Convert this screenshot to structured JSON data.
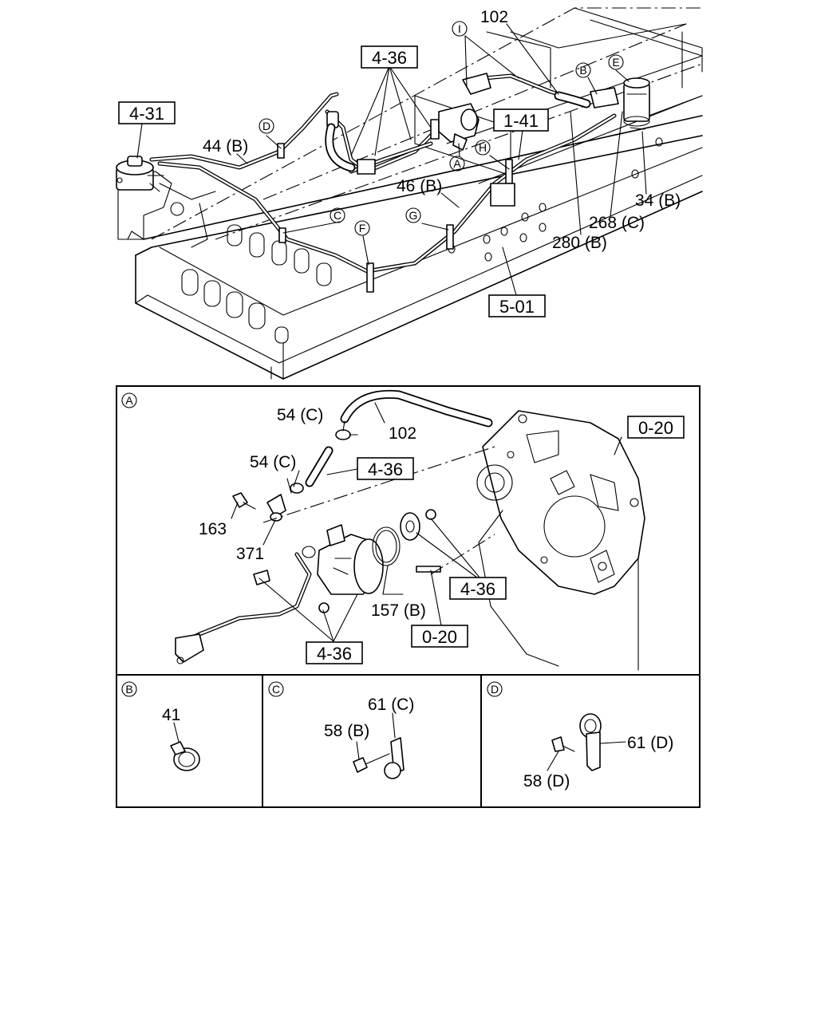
{
  "overview": {
    "refs": {
      "r431": "4-31",
      "r436": "4-36",
      "r141": "1-41",
      "r501": "5-01"
    },
    "labels": {
      "l102": "102",
      "l44b": "44 (B)",
      "l46b": "46 (B)",
      "l34b": "34 (B)",
      "l268c": "268 (C)",
      "l280b": "280 (B)"
    },
    "markers": {
      "I": "I",
      "A": "A",
      "B": "B",
      "E": "E",
      "D": "D",
      "H": "H",
      "C": "C",
      "G": "G",
      "F": "F"
    }
  },
  "detail_a": {
    "letter": "A",
    "refs": {
      "r020a": "0-20",
      "r436a": "4-36",
      "r436b": "4-36",
      "r020b": "0-20",
      "r436c": "4-36"
    },
    "labels": {
      "l54c1": "54 (C)",
      "l102": "102",
      "l54c2": "54 (C)",
      "l163": "163",
      "l371": "371",
      "l157b": "157 (B)"
    }
  },
  "detail_b": {
    "letter": "B",
    "labels": {
      "l41": "41"
    }
  },
  "detail_c": {
    "letter": "C",
    "labels": {
      "l61c": "61 (C)",
      "l58b": "58 (B)"
    }
  },
  "detail_d": {
    "letter": "D",
    "labels": {
      "l61d": "61 (D)",
      "l58d": "58 (D)"
    }
  }
}
